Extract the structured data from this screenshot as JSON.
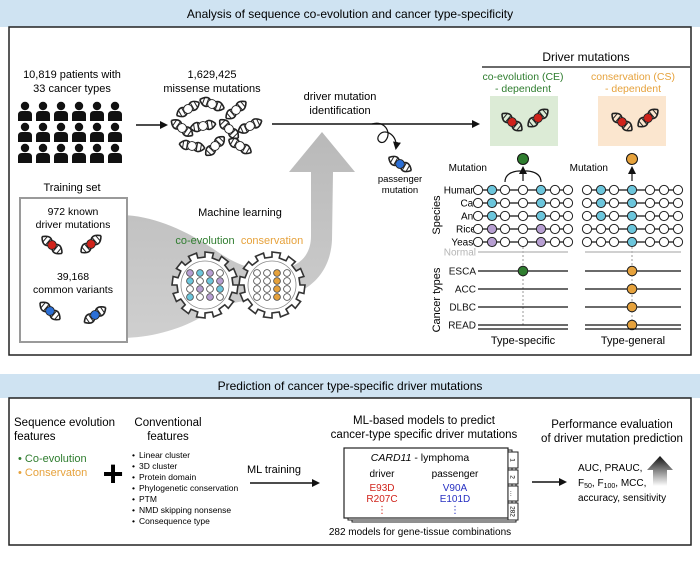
{
  "colors": {
    "header_bg": "#cfe3f2",
    "frame": "#222222",
    "coevolution": "#2f7d2f",
    "conservation": "#e6a23c",
    "cyan": "#6cc6dc",
    "purple": "#b79fd2",
    "red_text": "#d0231b",
    "blue_text": "#2730c2",
    "gray": "#b5b5b5",
    "panel_green": "#dcebd6",
    "panel_peach": "#fbe6cf"
  },
  "top_panel": {
    "header": "Analysis of sequence co-evolution and cancer type-specificity",
    "patients": {
      "line1": "10,819 patients with",
      "line2": "33 cancer types"
    },
    "mutations": {
      "line1": "1,629,425",
      "line2": "missense mutations"
    },
    "identification": {
      "line1": "driver mutation",
      "line2": "identification"
    },
    "passenger": {
      "line1": "passenger",
      "line2": "mutation"
    },
    "training": {
      "title": "Training set",
      "known_line1": "972 known",
      "known_line2": "driver mutations",
      "common_line1": "39,168",
      "common_line2": "common variants"
    },
    "ml": {
      "title": "Machine learning",
      "coevolution": "co-evolution",
      "conservation": "conservation"
    },
    "driver_mutations": {
      "title": "Driver mutations",
      "ce_line1": "co-evolution (CE)",
      "ce_line2": "- dependent",
      "cs_line1": "conservation (CS)",
      "cs_line2": "- dependent",
      "mutation_label": "Mutation",
      "species_axis": "Species",
      "species": [
        "Human",
        "Cat",
        "Ant",
        "Rice",
        "Yeast"
      ],
      "cancer_axis": "Cancer types",
      "cancer_types": [
        "Normal",
        "ESCA",
        "ACC",
        "DLBC",
        "READ"
      ],
      "type_specific": "Type-specific",
      "type_general": "Type-general"
    }
  },
  "bottom_panel": {
    "header": "Prediction of cancer type-specific driver mutations",
    "seq_features": {
      "line1": "Sequence evolution",
      "line2": "features",
      "item1": "• Co-evolution",
      "item2": "• Conservaton"
    },
    "plus": "+",
    "conventional": {
      "line1": "Conventional",
      "line2": "features",
      "items": [
        "Linear cluster",
        "3D cluster",
        "Protein domain",
        "Phylogenetic conservation",
        "PTM",
        "NMD skipping nonsense",
        "Consequence type"
      ]
    },
    "ml_training": "ML training",
    "models": {
      "title_line1": "ML-based models to predict",
      "title_line2": "cancer-type specific driver mutations",
      "gene": "CARD11",
      "tissue": " - lymphoma",
      "driver_header": "driver",
      "passenger_header": "passenger",
      "driver_items": [
        "E93D",
        "R207C",
        "⋮"
      ],
      "passenger_items": [
        "V90A",
        "E101D",
        "⋮"
      ],
      "tabs": [
        "1",
        "2",
        "...",
        "282"
      ],
      "footer": "282 models for gene-tissue combinations"
    },
    "performance": {
      "title_line1": "Performance evaluation",
      "title_line2": "of driver mutation prediction",
      "metric1": "AUC, PRAUC,",
      "metric2a": "F",
      "metric2b": "50",
      "metric2c": ", F",
      "metric2d": "100",
      "metric2e": ", MCC,",
      "metric3": "accuracy, sensitivity"
    }
  }
}
